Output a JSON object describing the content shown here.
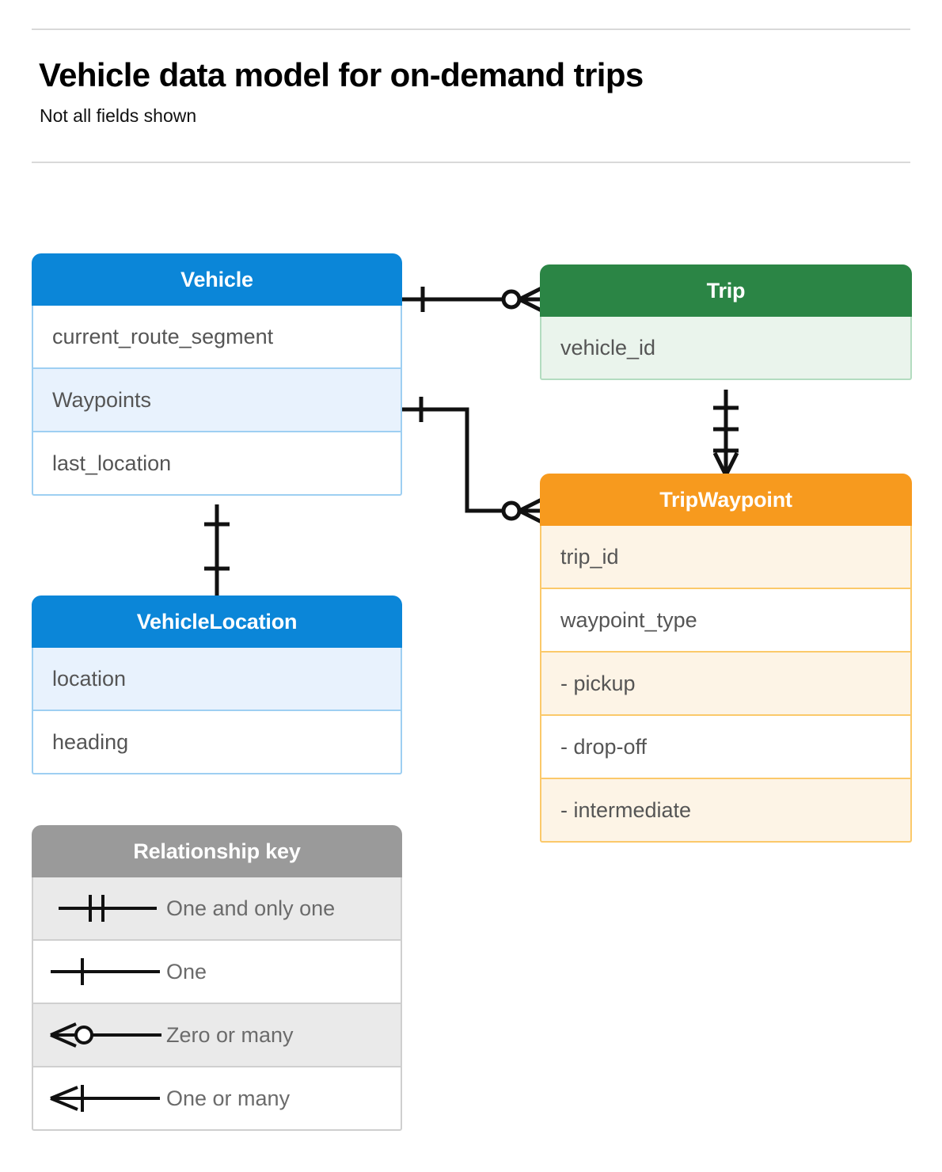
{
  "header": {
    "title": "Vehicle data model for on-demand trips",
    "subtitle": "Not all fields shown"
  },
  "colors": {
    "blue": "#0b86d8",
    "blue_row": "#e8f2fd",
    "blue_border": "#9ecff2",
    "green": "#2b8545",
    "green_row": "#eaf4ec",
    "green_border": "#b3dcc0",
    "orange": "#f79a1e",
    "orange_row": "#fdf4e6",
    "orange_border": "#fbc96a",
    "grey": "#9a9a9a",
    "grey_row": "#eaeaea",
    "rule": "#d9d9d9",
    "field_text": "#555555",
    "line": "#111111"
  },
  "entities": {
    "vehicle": {
      "title": "Vehicle",
      "fields": [
        "current_route_segment",
        "Waypoints",
        "last_location"
      ]
    },
    "trip": {
      "title": "Trip",
      "fields": [
        "vehicle_id"
      ]
    },
    "tripwaypoint": {
      "title": "TripWaypoint",
      "fields": [
        "trip_id",
        "waypoint_type",
        "-  pickup",
        "-  drop-off",
        "-  intermediate"
      ]
    },
    "vehiclelocation": {
      "title": "VehicleLocation",
      "fields": [
        "location",
        "heading"
      ]
    }
  },
  "legend": {
    "title": "Relationship key",
    "rows": [
      {
        "symbol": "one-and-only-one",
        "label": "One and only one"
      },
      {
        "symbol": "one",
        "label": "One"
      },
      {
        "symbol": "zero-or-many",
        "label": "Zero or many"
      },
      {
        "symbol": "one-or-many",
        "label": "One or many"
      }
    ]
  },
  "relationships": [
    {
      "name": "vehicle-to-trip",
      "from": "Vehicle",
      "to": "Trip",
      "from_cardinality": "one",
      "to_cardinality": "zero-or-many"
    },
    {
      "name": "vehicle-waypoints-to-tripwaypoint",
      "from": "Vehicle.Waypoints",
      "to": "TripWaypoint",
      "from_cardinality": "one",
      "to_cardinality": "zero-or-many"
    },
    {
      "name": "trip-to-tripwaypoint",
      "from": "Trip",
      "to": "TripWaypoint",
      "from_cardinality": "one-and-only-one",
      "to_cardinality": "one-or-many"
    },
    {
      "name": "vehicle-to-vehiclelocation",
      "from": "Vehicle",
      "to": "VehicleLocation",
      "from_cardinality": "one",
      "to_cardinality": "one"
    }
  ]
}
